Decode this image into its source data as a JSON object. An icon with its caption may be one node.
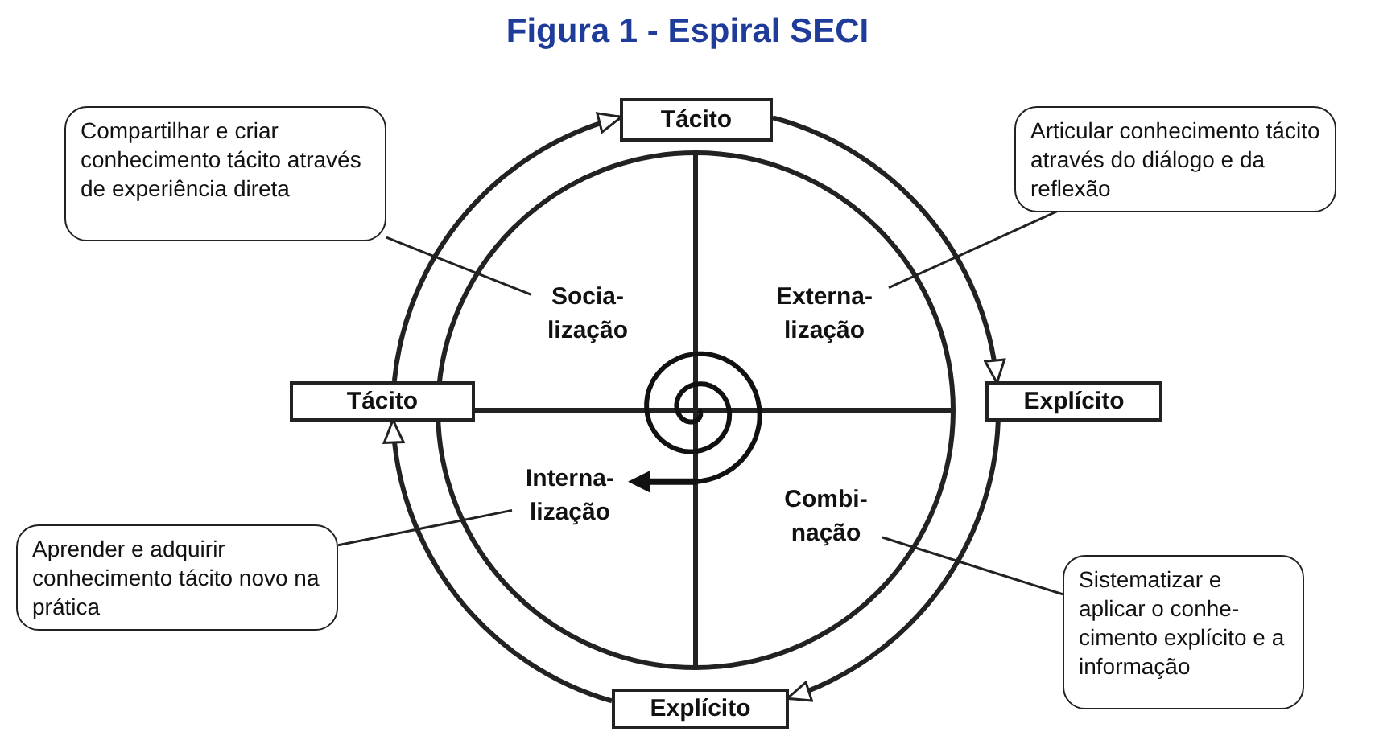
{
  "diagram": {
    "title": "Figura 1 - Espiral SECI",
    "nodes": [
      {
        "text": [
          "Tácito"
        ]
      },
      {
        "text": [
          "Compartilhar e criar conhecimento tácito através de experiência direta"
        ]
      },
      {
        "text": [
          "Articular conhecimento tácito através do diálogo e da reflexão"
        ]
      },
      {
        "text": [
          "Socia- lização"
        ]
      },
      {
        "text": [
          "Externa- lização"
        ]
      },
      {
        "text": [
          "Tácito"
        ]
      },
      {
        "text": [
          "Explícito"
        ]
      },
      {
        "text": [
          "Interna- lização"
        ]
      },
      {
        "text": [
          "Combi- nação"
        ]
      },
      {
        "text": [
          "Aprender e adquirir conhecimento tácito novo na prática"
        ]
      },
      {
        "text": [
          "Sistematizar e aplicar o conhe- cimento explícito e a informação"
        ]
      },
      {
        "text": [
          "Explícito"
        ]
      }
    ],
    "edges": [
      {
        "from": 5,
        "to": 0,
        "arrow": "to",
        "style": "thick"
      },
      {
        "from": 0,
        "to": 6,
        "arrow": "to",
        "style": "thick"
      },
      {
        "from": 6,
        "to": 11,
        "arrow": "to",
        "style": "thick"
      },
      {
        "from": 11,
        "to": 5,
        "arrow": "to",
        "style": "thick"
      },
      {
        "from": 1,
        "to": 3,
        "arrow": "none"
      },
      {
        "from": 2,
        "to": 4,
        "arrow": "none"
      },
      {
        "from": 9,
        "to": 7,
        "arrow": "none"
      },
      {
        "from": 10,
        "to": 8,
        "arrow": "none"
      }
    ]
  }
}
